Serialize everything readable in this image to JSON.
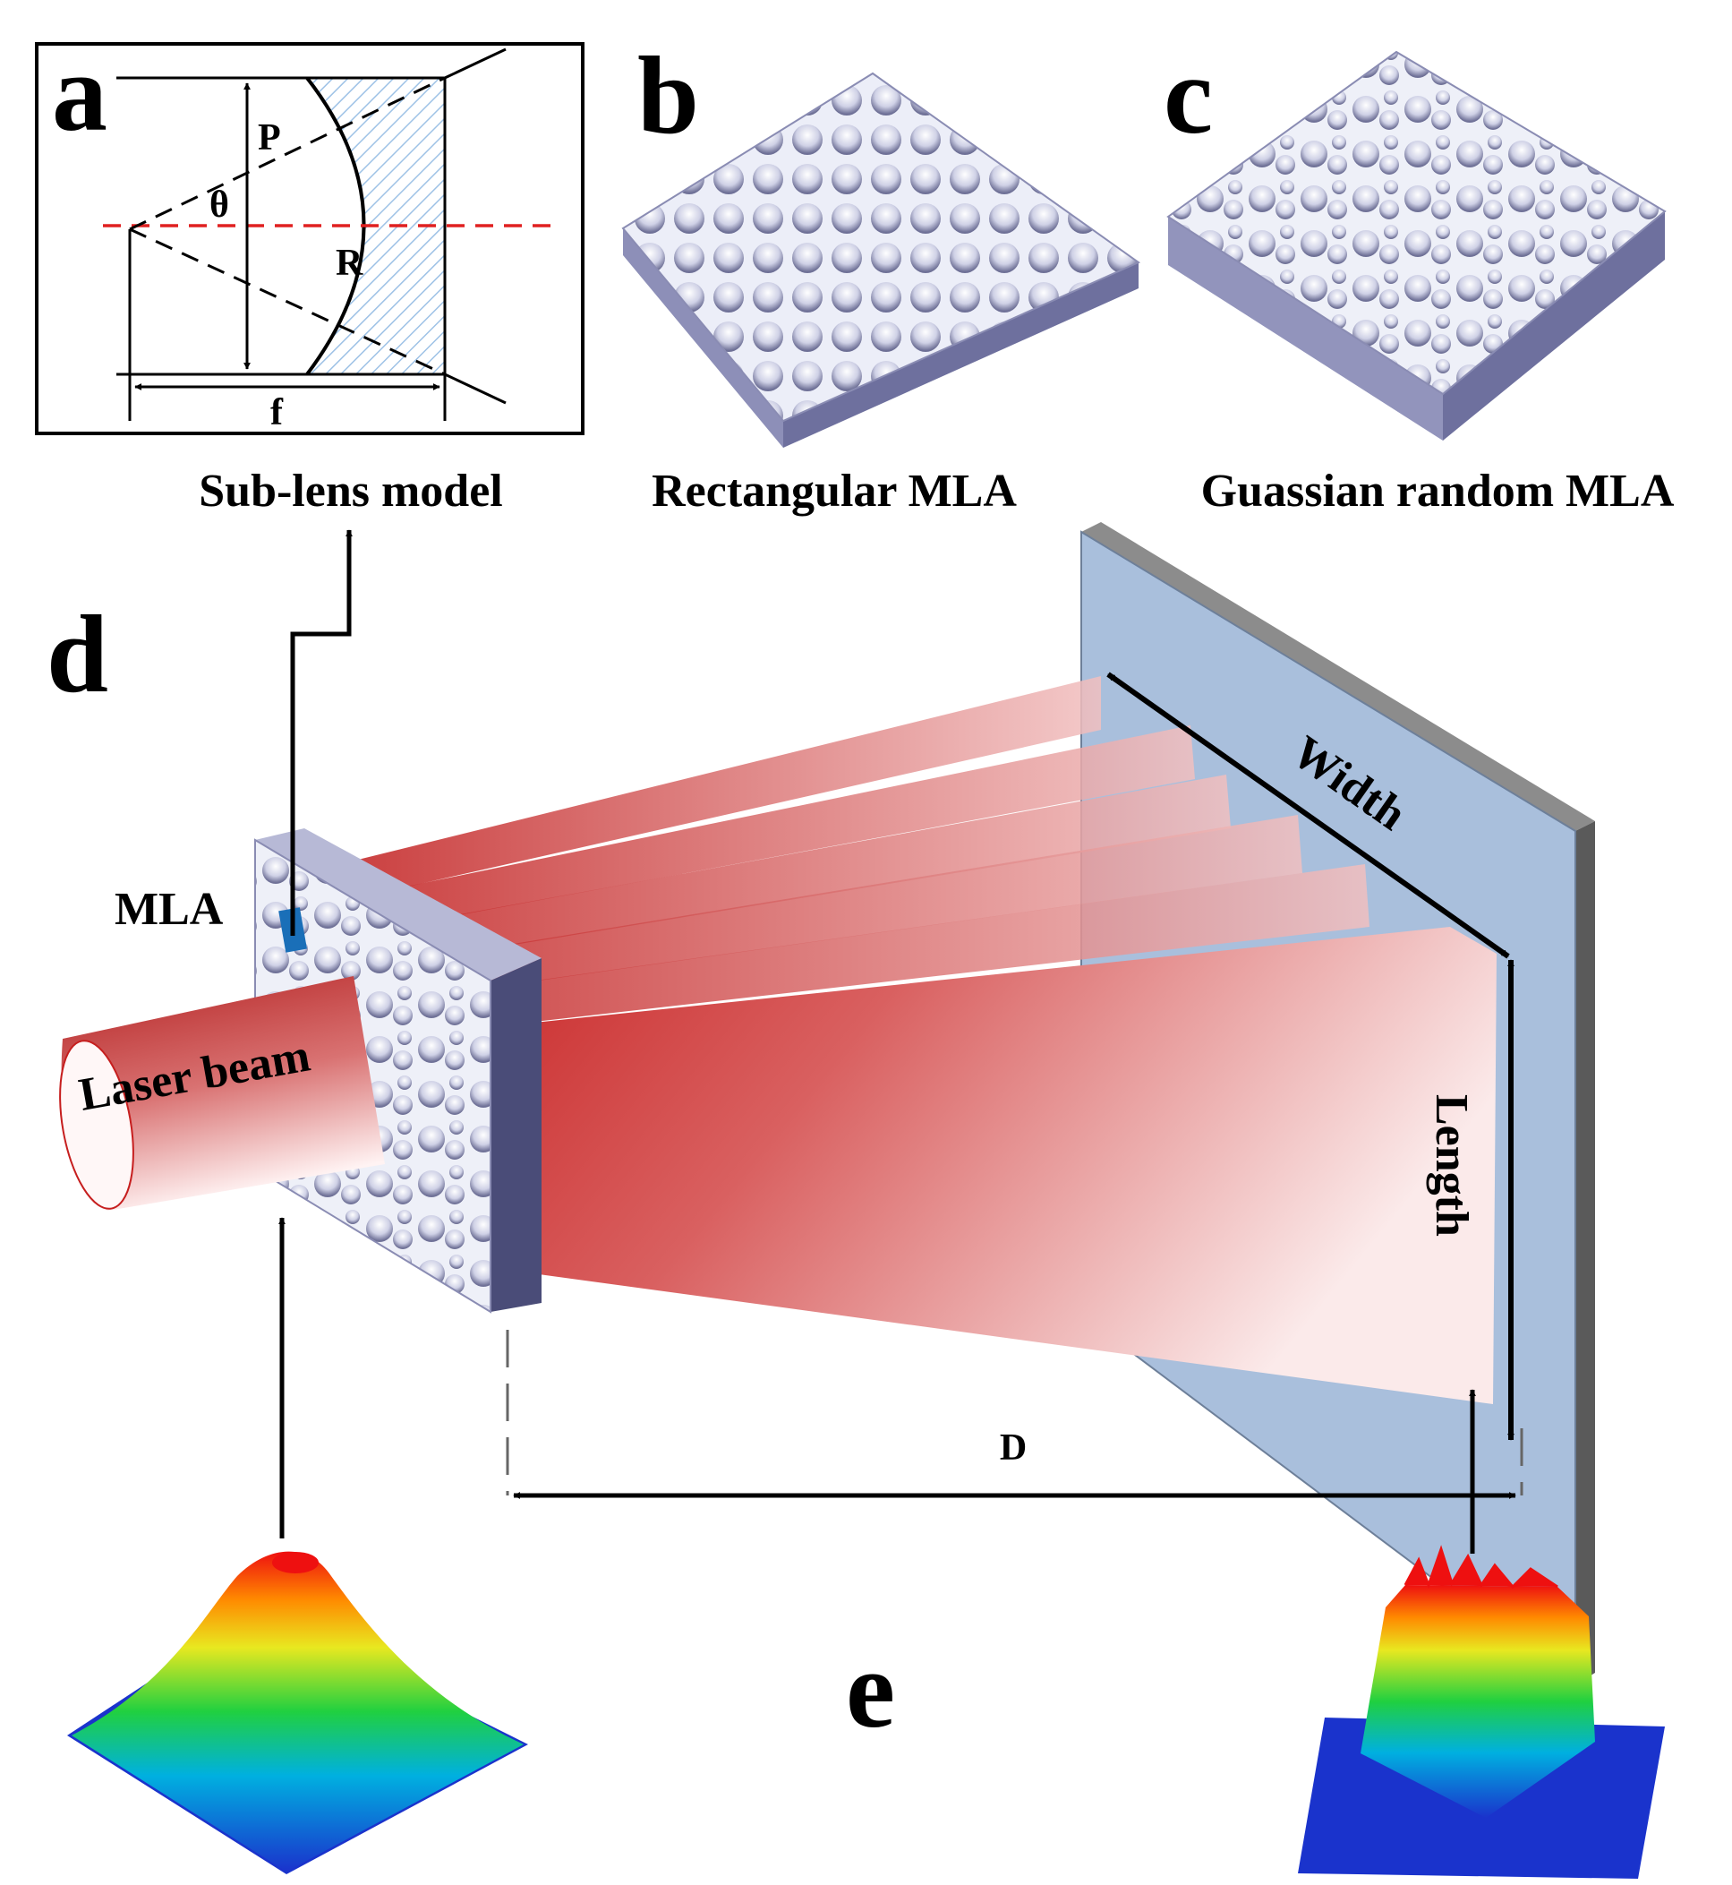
{
  "panels": {
    "a": {
      "letter": "a",
      "caption": "Sub-lens model",
      "labels": {
        "P": "P",
        "theta": "θ",
        "R": "R",
        "f": "f"
      }
    },
    "b": {
      "letter": "b",
      "caption": "Rectangular MLA"
    },
    "c": {
      "letter": "c",
      "caption": "Guassian random MLA"
    },
    "d": {
      "letter": "d",
      "labels": {
        "mla": "MLA",
        "laser_beam": "Laser beam",
        "width": "Width",
        "length": "Length",
        "distance": "D"
      }
    },
    "e": {
      "letter": "e"
    }
  },
  "colors": {
    "laser_red": "#c61e1e",
    "screen_face": "#a9bfdc",
    "screen_edge": "#5a5a5a",
    "axis_dash": "#e02020",
    "lens_hatch": "#9ec2e6",
    "mla_body": "#7e80ad",
    "subunit_marker": "#1a6fb8"
  }
}
